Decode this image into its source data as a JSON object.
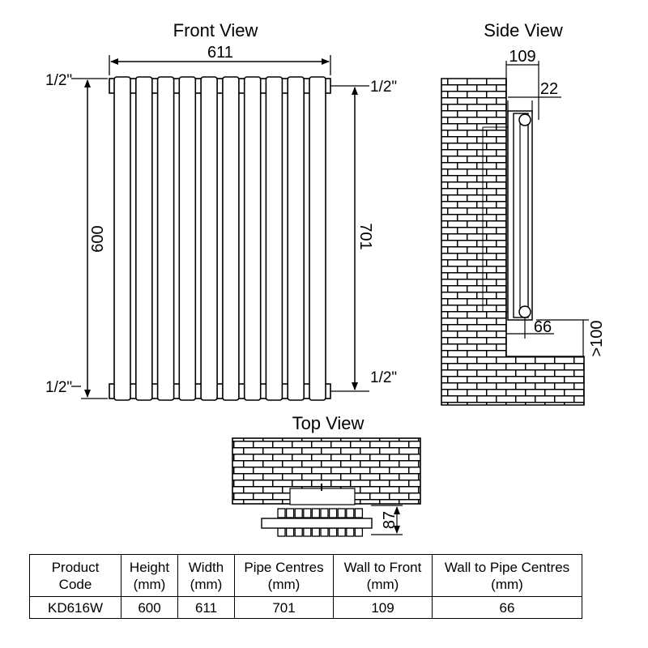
{
  "views": {
    "front": {
      "title": "Front View",
      "width_label": "611",
      "height_label": "600",
      "pipe_centres_label": "701",
      "connection_top_left": "1/2\"",
      "connection_top_right": "1/2\"",
      "connection_bottom_left": "1/2\"",
      "connection_bottom_right": "1/2\"",
      "column_count": 10
    },
    "side": {
      "title": "Side View",
      "wall_to_front_label": "109",
      "depth_label": "22",
      "wall_to_pipe_label": "66",
      "floor_clearance_label": ">100"
    },
    "top": {
      "title": "Top View",
      "depth_label": "87",
      "section_count": 10
    }
  },
  "colors": {
    "line": "#000000",
    "brick_fill": "#ffffff",
    "background": "#ffffff"
  },
  "table": {
    "headers": [
      [
        "Product",
        "Code"
      ],
      [
        "Height",
        "(mm)"
      ],
      [
        "Width",
        "(mm)"
      ],
      [
        "Pipe Centres",
        "(mm)"
      ],
      [
        "Wall to Front",
        "(mm)"
      ],
      [
        "Wall to Pipe Centres",
        "(mm)"
      ]
    ],
    "rows": [
      [
        "KD616W",
        "600",
        "611",
        "701",
        "109",
        "66"
      ]
    ]
  }
}
